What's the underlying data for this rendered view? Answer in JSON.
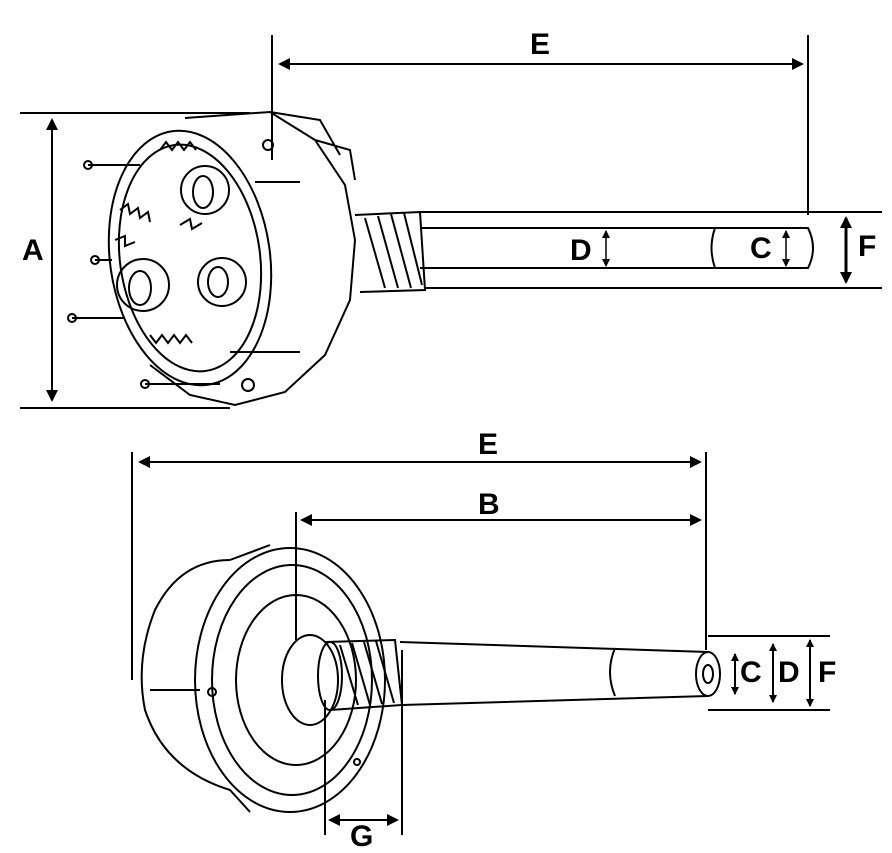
{
  "top_view": {
    "labels": {
      "A": "A",
      "E": "E",
      "D": "D",
      "C": "C",
      "F": "F"
    }
  },
  "bottom_view": {
    "labels": {
      "E": "E",
      "B": "B",
      "C": "C",
      "D": "D",
      "F": "F",
      "G": "G"
    }
  },
  "colors": {
    "line": "#000000",
    "background": "#ffffff"
  }
}
